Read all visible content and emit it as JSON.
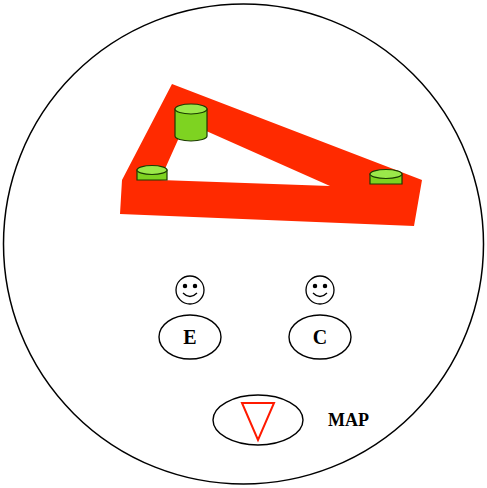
{
  "diagram": {
    "nodes": [
      {
        "text": [
          "E"
        ]
      },
      {
        "text": [
          "C"
        ]
      },
      {
        "text": [
          "MAP"
        ]
      }
    ]
  }
}
